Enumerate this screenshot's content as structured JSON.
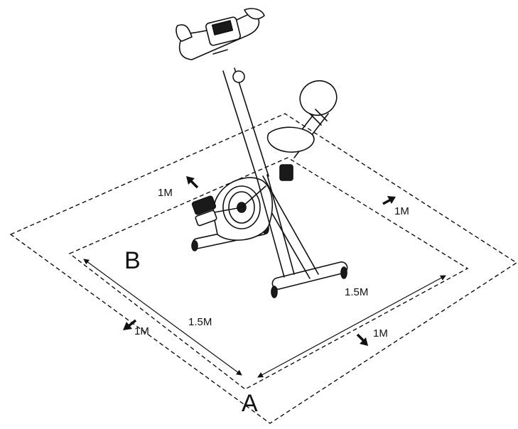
{
  "diagram": {
    "point_a": "A",
    "point_b": "B",
    "clearance_left": "1M",
    "clearance_right": "1M",
    "clearance_front": "1M",
    "clearance_back": "1M",
    "length_left": "1.5M",
    "length_right": "1.5M"
  },
  "colors": {
    "line": "#111111",
    "background": "#ffffff",
    "fill_dark": "#1a1a1a",
    "fill_light": "#ffffff"
  }
}
